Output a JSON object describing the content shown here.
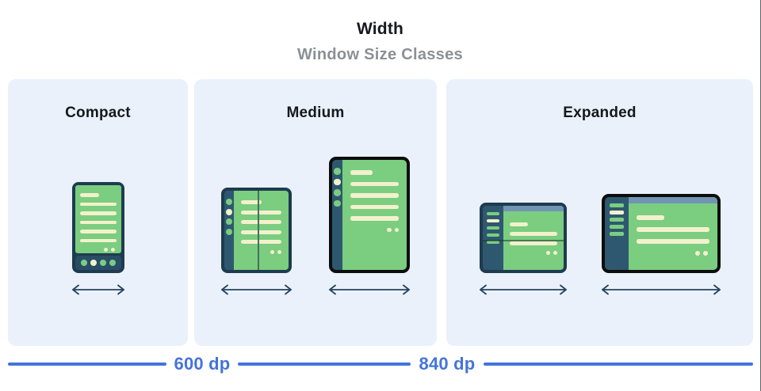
{
  "header": {
    "title": "Width",
    "subtitle": "Window Size Classes"
  },
  "panels": [
    {
      "label": "Compact",
      "devices": [
        {
          "type": "phone-portrait"
        }
      ]
    },
    {
      "label": "Medium",
      "devices": [
        {
          "type": "foldable-open-portrait"
        },
        {
          "type": "tablet-portrait"
        }
      ]
    },
    {
      "label": "Expanded",
      "devices": [
        {
          "type": "foldable-open-landscape"
        },
        {
          "type": "tablet-landscape"
        }
      ]
    }
  ],
  "breakpoints": [
    {
      "value": "600 dp"
    },
    {
      "value": "840 dp"
    }
  ],
  "colors": {
    "blue": "#4474da",
    "panel": "#eaf1fb",
    "navy": "#1e3b50",
    "rail": "#2e5870",
    "green": "#7bcd80",
    "cream": "#f3f1cd",
    "bluegray": "#7294b3",
    "black": "#0d0d0d",
    "subtitle": "#8a9096",
    "arrow": "#24425e"
  }
}
